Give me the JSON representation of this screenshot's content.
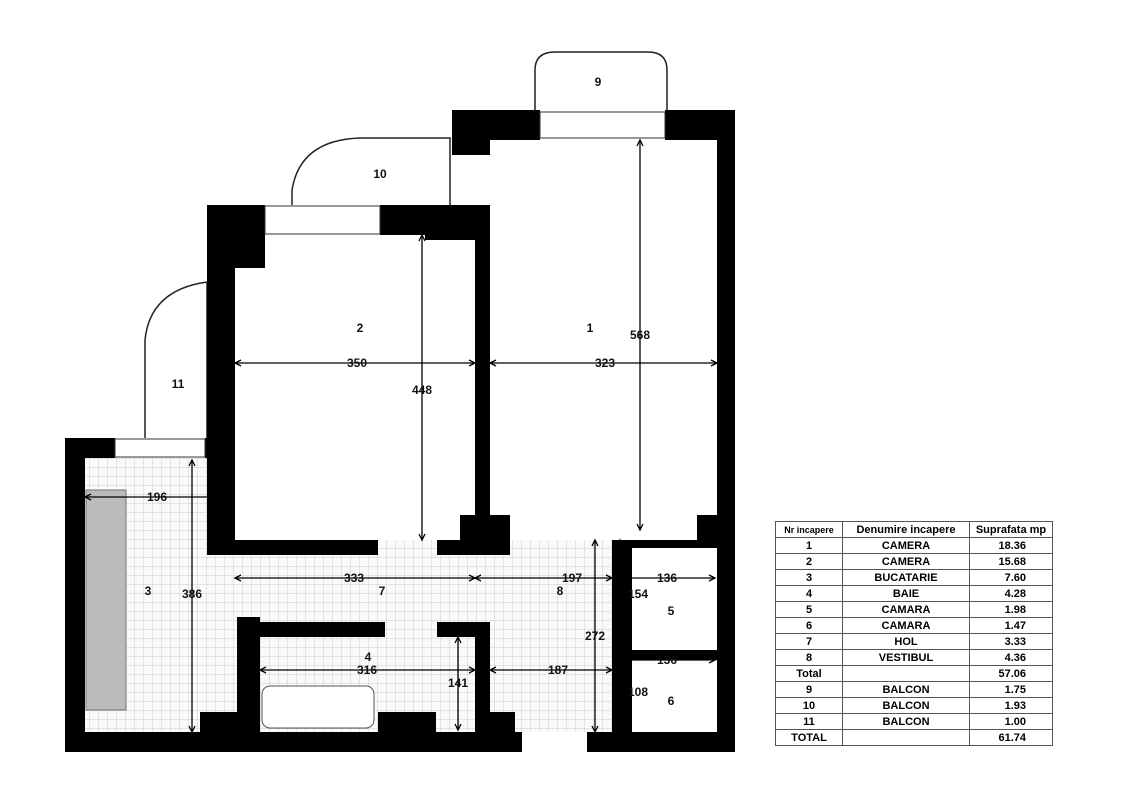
{
  "rooms": {
    "r1": "1",
    "r2": "2",
    "r3": "3",
    "r4": "4",
    "r5": "5",
    "r6": "6",
    "r7": "7",
    "r8": "8",
    "r9": "9",
    "r10": "10",
    "r11": "11"
  },
  "dims": {
    "d568": "568",
    "d350": "350",
    "d323": "323",
    "d448": "448",
    "d196": "196",
    "d386": "386",
    "d333": "333",
    "d197": "197",
    "d136a": "136",
    "d154": "154",
    "d272": "272",
    "d316": "316",
    "d141": "141",
    "d187": "187",
    "d136b": "136",
    "d108": "108"
  },
  "table": {
    "headers": {
      "nr": "Nr incapere",
      "name": "Denumire incapere",
      "area": "Suprafata mp"
    },
    "rows": [
      {
        "nr": "1",
        "name": "CAMERA",
        "area": "18.36"
      },
      {
        "nr": "2",
        "name": "CAMERA",
        "area": "15.68"
      },
      {
        "nr": "3",
        "name": "BUCATARIE",
        "area": "7.60"
      },
      {
        "nr": "4",
        "name": "BAIE",
        "area": "4.28"
      },
      {
        "nr": "5",
        "name": "CAMARA",
        "area": "1.98"
      },
      {
        "nr": "6",
        "name": "CAMARA",
        "area": "1.47"
      },
      {
        "nr": "7",
        "name": "HOL",
        "area": "3.33"
      },
      {
        "nr": "8",
        "name": "VESTIBUL",
        "area": "4.36"
      },
      {
        "nr": "Total",
        "name": "",
        "area": "57.06"
      },
      {
        "nr": "9",
        "name": "BALCON",
        "area": "1.75"
      },
      {
        "nr": "10",
        "name": "BALCON",
        "area": "1.93"
      },
      {
        "nr": "11",
        "name": "BALCON",
        "area": "1.00"
      },
      {
        "nr": "TOTAL",
        "name": "",
        "area": "61.74"
      }
    ]
  }
}
